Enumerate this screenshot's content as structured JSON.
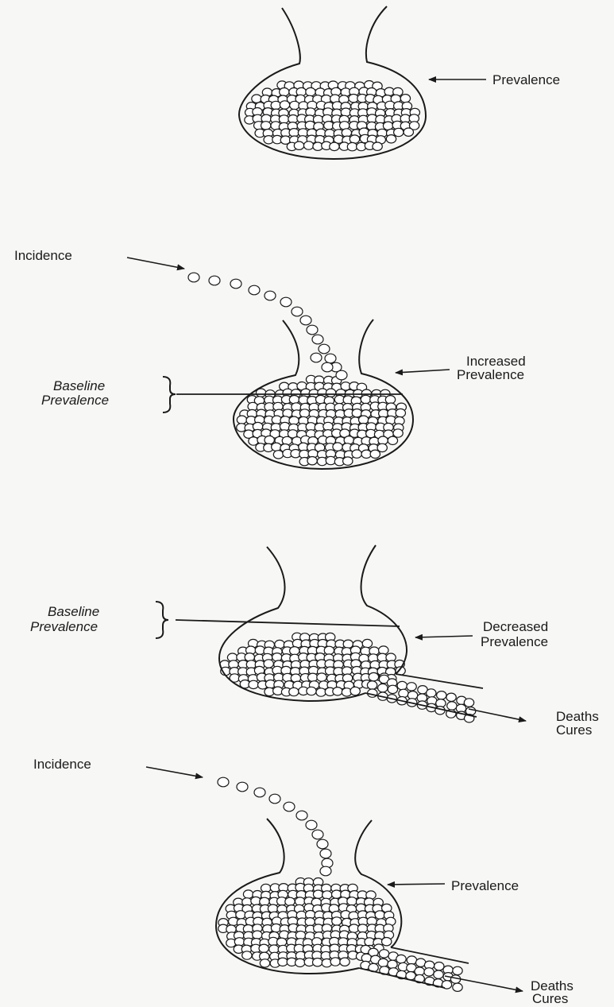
{
  "panels": [
    {
      "id": "p1",
      "labels": {
        "prevalence": "Prevalence"
      }
    },
    {
      "id": "p2",
      "labels": {
        "incidence": "Incidence",
        "increased_line1": "Increased",
        "increased_line2": "Prevalence",
        "baseline_line1": "Baseline",
        "baseline_line2": "Prevalence"
      }
    },
    {
      "id": "p3",
      "labels": {
        "baseline_line1": "Baseline",
        "baseline_line2": "Prevalence",
        "decreased_line1": "Decreased",
        "decreased_line2": "Prevalence",
        "deaths": "Deaths",
        "cures": "Cures"
      }
    },
    {
      "id": "p4",
      "labels": {
        "incidence": "Incidence",
        "prevalence": "Prevalence",
        "deaths": "Deaths",
        "cures": "Cures"
      }
    }
  ],
  "colors": {
    "ink": "#1a1a1a",
    "paper": "#f7f7f5",
    "ball_fill": "#ffffff"
  }
}
